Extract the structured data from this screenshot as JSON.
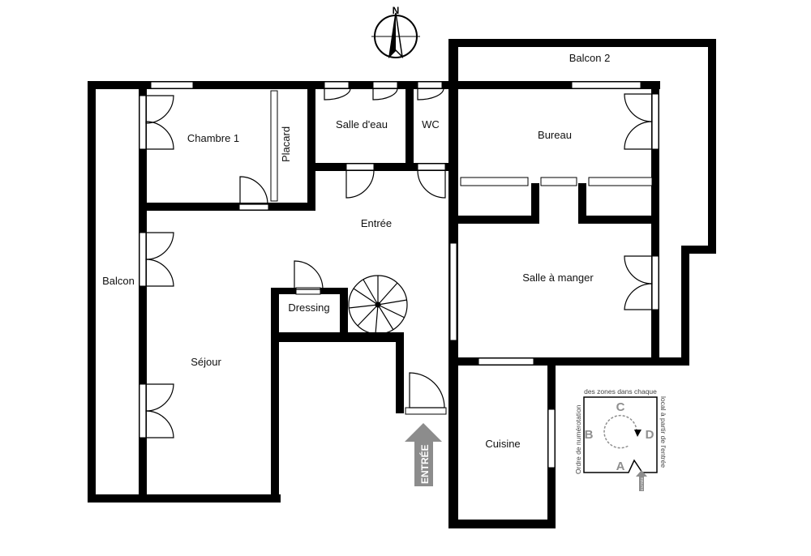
{
  "rooms": {
    "chambre1": "Chambre 1",
    "placard": "Placard",
    "salle_deau": "Salle d'eau",
    "wc": "WC",
    "bureau": "Bureau",
    "balcon2": "Balcon 2",
    "balcon": "Balcon",
    "entree": "Entrée",
    "dressing": "Dressing",
    "sejour": "Séjour",
    "salle_a_manger": "Salle à manger",
    "cuisine": "Cuisine"
  },
  "entrance_arrow": "ENTRÉE",
  "compass": {
    "north": "N"
  },
  "legend": {
    "top": "des zones dans chaque",
    "left": "Ordre de numérotation",
    "right": "local à partir de l'entrée",
    "letters": [
      "A",
      "B",
      "C",
      "D"
    ],
    "small_arrow": "ENTRÉE"
  },
  "colors": {
    "wall": "#000000",
    "arrow": "#8c8c8c",
    "letter": "#8f8f8f"
  }
}
